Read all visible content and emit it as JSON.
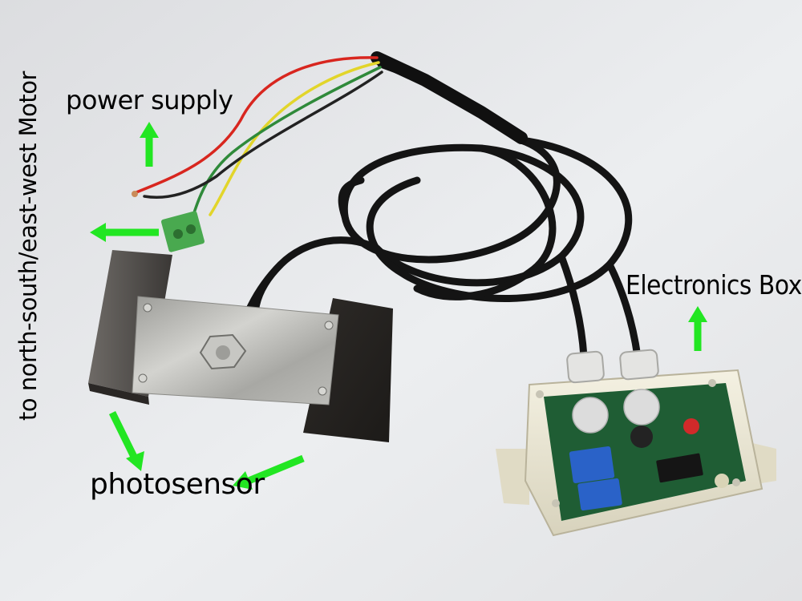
{
  "labels": {
    "power_supply": "power supply",
    "motor": "to north-south/east-west Motor",
    "photosensor": "photosensor",
    "electronics_box": "Electronics Box"
  },
  "colors": {
    "background": "#e6e7e9",
    "arrow": "#22e622",
    "cable": "#141414",
    "wire_red": "#d8261f",
    "wire_yellow": "#e2d52a",
    "wire_green": "#2f8a3a",
    "terminal_block": "#49a94f",
    "panel": "#3d3a37",
    "bracket": "#b3b3b0",
    "box_body": "#ece8d6",
    "pcb": "#1f5d34",
    "relay": "#2a62c8"
  }
}
